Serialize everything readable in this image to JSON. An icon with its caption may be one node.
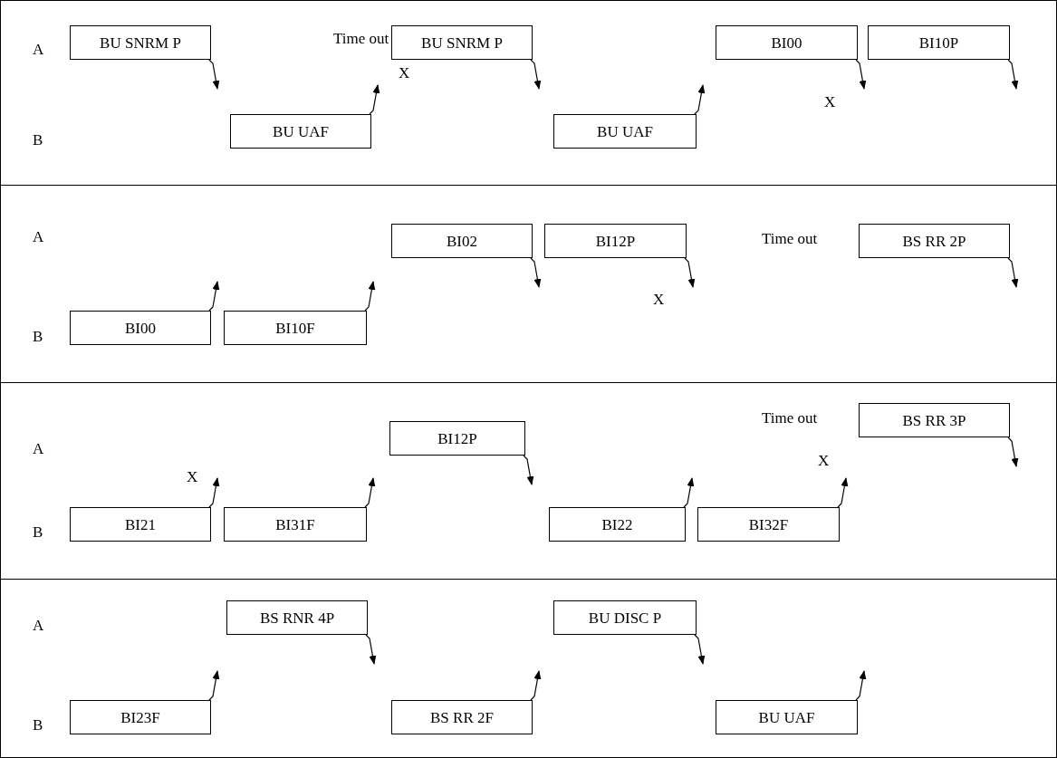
{
  "diagram": {
    "nodes": [
      {
        "text": [
          "A",
          "B"
        ]
      },
      {
        "text": [
          "BU SNRM P"
        ],
        "in": 0
      },
      {
        "text": [
          "BU SNRM P"
        ],
        "in": 0,
        "beside": [
          "Time out"
        ]
      },
      {
        "text": [
          "BI00"
        ],
        "in": 0
      },
      {
        "text": [
          "BI10P"
        ],
        "in": 0
      },
      {
        "text": [
          "BU UAF"
        ],
        "in": 0
      },
      {
        "text": [
          "BU UAF"
        ],
        "in": 0
      },
      {
        "text": [
          "A",
          "B"
        ]
      },
      {
        "text": [
          "BI02"
        ],
        "in": 7
      },
      {
        "text": [
          "BI12P"
        ],
        "in": 7
      },
      {
        "text": [
          "BS RR 2P"
        ],
        "in": 7,
        "beside": [
          "Time out"
        ]
      },
      {
        "text": [
          "BI00"
        ],
        "in": 7
      },
      {
        "text": [
          "BI10F"
        ],
        "in": 7
      },
      {
        "text": [
          "A",
          "B"
        ]
      },
      {
        "text": [
          "BI12P"
        ],
        "in": 13
      },
      {
        "text": [
          "BS RR 3P"
        ],
        "in": 13,
        "beside": [
          "Time out"
        ]
      },
      {
        "text": [
          "BI21"
        ],
        "in": 13
      },
      {
        "text": [
          "BI31F"
        ],
        "in": 13
      },
      {
        "text": [
          "BI22"
        ],
        "in": 13
      },
      {
        "text": [
          "BI32F"
        ],
        "in": 13
      },
      {
        "text": [
          "A",
          "B"
        ]
      },
      {
        "text": [
          "BS RNR 4P"
        ],
        "in": 20
      },
      {
        "text": [
          "BU DISC P"
        ],
        "in": 20
      },
      {
        "text": [
          "BI23F"
        ],
        "in": 20
      },
      {
        "text": [
          "BS RR 2F"
        ],
        "in": 20
      },
      {
        "text": [
          "BU UAF"
        ],
        "in": 20
      }
    ],
    "edges": [
      {
        "from": 1,
        "to": null,
        "arrow": "to"
      },
      {
        "from": 2,
        "to": null,
        "arrow": "to"
      },
      {
        "from": 3,
        "to": null,
        "arrow": "to"
      },
      {
        "from": 4,
        "to": null,
        "arrow": "to"
      },
      {
        "from": 5,
        "to": null,
        "arrow": "to"
      },
      {
        "from": 6,
        "to": null,
        "arrow": "to"
      },
      {
        "from": 8,
        "to": null,
        "arrow": "to"
      },
      {
        "from": 9,
        "to": null,
        "arrow": "to"
      },
      {
        "from": 10,
        "to": null,
        "arrow": "to"
      },
      {
        "from": 11,
        "to": null,
        "arrow": "to"
      },
      {
        "from": 12,
        "to": null,
        "arrow": "to"
      },
      {
        "from": 14,
        "to": null,
        "arrow": "to"
      },
      {
        "from": 15,
        "to": null,
        "arrow": "to"
      },
      {
        "from": 16,
        "to": null,
        "arrow": "to"
      },
      {
        "from": 17,
        "to": null,
        "arrow": "to"
      },
      {
        "from": 18,
        "to": null,
        "arrow": "to"
      },
      {
        "from": 19,
        "to": null,
        "arrow": "to"
      },
      {
        "from": 21,
        "to": null,
        "arrow": "to"
      },
      {
        "from": 22,
        "to": null,
        "arrow": "to"
      },
      {
        "from": 23,
        "to": null,
        "arrow": "to"
      },
      {
        "from": 24,
        "to": null,
        "arrow": "to"
      },
      {
        "from": 25,
        "to": null,
        "arrow": "to"
      }
    ],
    "labels": [
      "X",
      "X",
      "X",
      "X",
      "X"
    ]
  }
}
